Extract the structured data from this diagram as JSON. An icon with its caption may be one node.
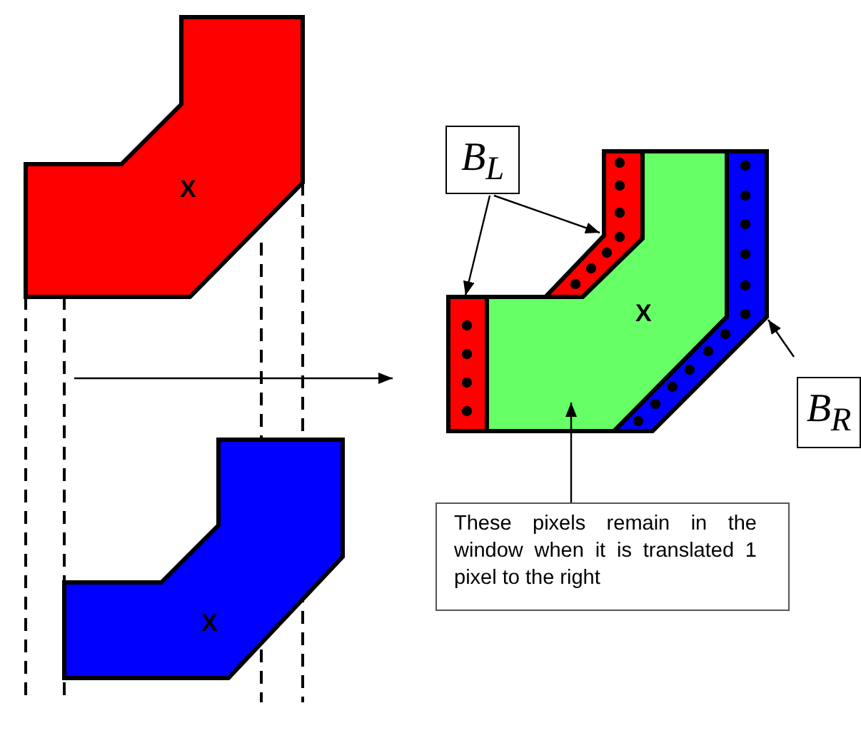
{
  "diagram": {
    "nodes": [
      {
        "text": [
          "X"
        ]
      },
      {
        "text": [
          "X"
        ]
      },
      {
        "text": [
          "X"
        ]
      },
      {
        "text": [],
        "shape": "bar"
      },
      {
        "text": [],
        "shape": "bar"
      },
      {
        "text": [],
        "shape": "bar"
      },
      {
        "text": [
          "B$_{L}$"
        ]
      },
      {
        "text": [
          "B$_{R}$"
        ]
      },
      {
        "text": [
          "These pixels remain in the window when it is translated 1 pixel to the right"
        ]
      }
    ],
    "edges": [
      {
        "from": 6,
        "to": 3,
        "arrow": "to"
      },
      {
        "from": 6,
        "to": 4,
        "arrow": "to"
      },
      {
        "from": 7,
        "to": 5,
        "arrow": "to"
      },
      {
        "from": 8,
        "to": 2,
        "arrow": "to"
      }
    ]
  }
}
